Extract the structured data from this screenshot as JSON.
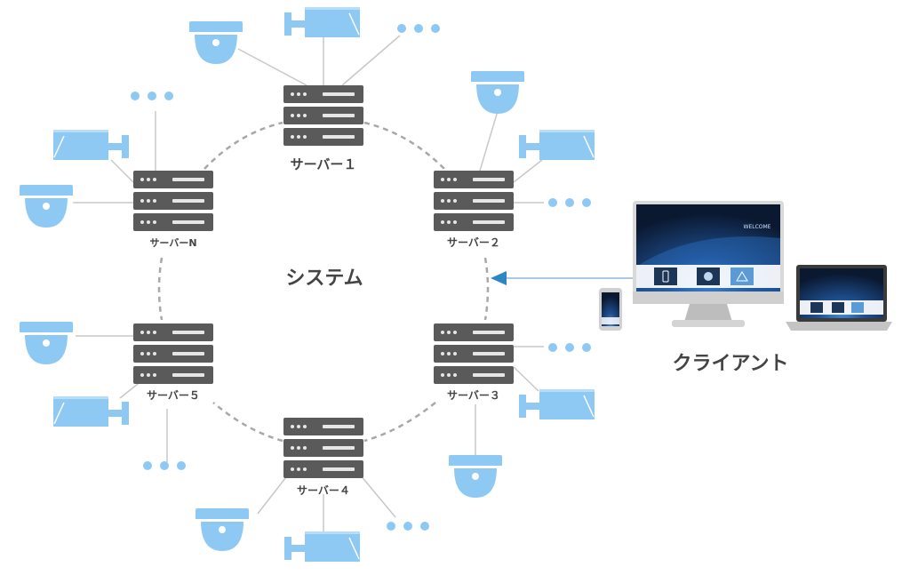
{
  "system": {
    "label": "システム"
  },
  "client": {
    "label": "クライアント",
    "welcome_text": "WELCOME"
  },
  "servers": [
    {
      "id": "server-1",
      "label": "サーバー１"
    },
    {
      "id": "server-2",
      "label": "サーバー２"
    },
    {
      "id": "server-3",
      "label": "サーバー３"
    },
    {
      "id": "server-4",
      "label": "サーバー４"
    },
    {
      "id": "server-5",
      "label": "サーバー５"
    },
    {
      "id": "server-n",
      "label": "サーバーN"
    }
  ],
  "colors": {
    "device_blue": "#8ec9f4",
    "server_gray": "#5a5a5a",
    "line_gray": "#c8c8c8",
    "ring_dash": "#a8a8a8",
    "arrow_blue": "#2c87c4",
    "label_gray": "#444444"
  },
  "icons": {
    "server": "server-rack-icon",
    "dome_camera": "dome-camera-icon",
    "bullet_camera": "bullet-camera-icon",
    "more": "ellipsis-icon",
    "monitor": "desktop-monitor-icon",
    "laptop": "laptop-icon",
    "phone": "smartphone-icon"
  }
}
